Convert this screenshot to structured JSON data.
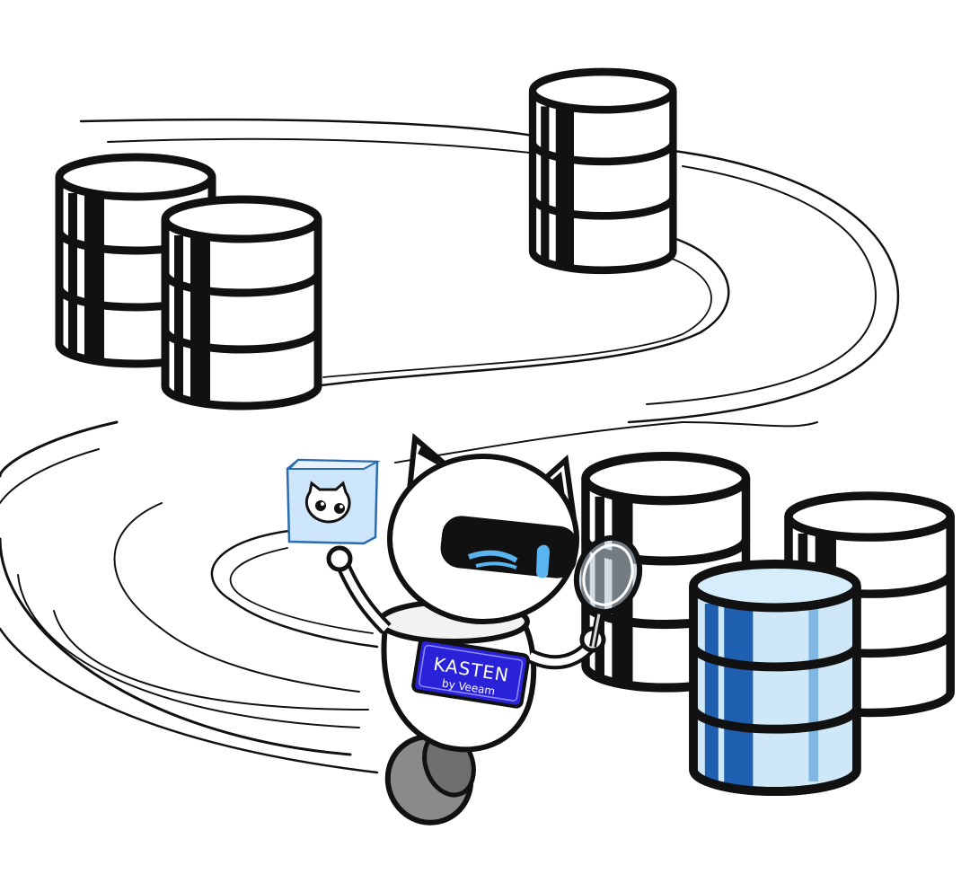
{
  "badge": {
    "brand": "KASTEN",
    "sub": "by Veeam"
  },
  "colors": {
    "ink": "#111111",
    "badge_bg": "#2a22d8",
    "db_blue_dark": "#1f5fb0",
    "db_blue_light": "#cfe8f8",
    "ice_cube": "#cde6fb",
    "wheel": "#8a8a8a",
    "visor": "#111111",
    "eye": "#5ab4f0"
  },
  "icons": {
    "database": "database-icon",
    "mascot": "robot-cat-mascot",
    "magnifier": "magnifying-glass-icon",
    "cube": "ice-cube-icon"
  }
}
